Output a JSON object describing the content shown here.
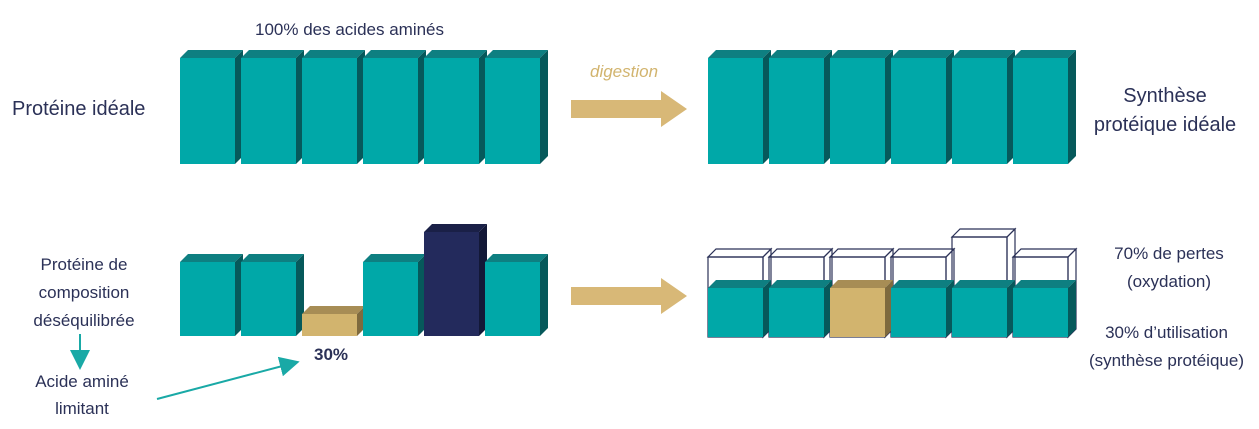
{
  "top": {
    "header": "100% des acides aminés",
    "left_label": "Protéine idéale",
    "arrow_label": "digestion",
    "right_label_line1": "Synthèse",
    "right_label_line2": "protéique idéale"
  },
  "bottom": {
    "left_label_line1": "Protéine de",
    "left_label_line2": "composition",
    "left_label_line3": "déséquilibrée",
    "limiting_line1": "Acide aminé",
    "limiting_line2": "limitant",
    "percent_label": "30%",
    "losses_line1": "70% de pertes",
    "losses_line2": "(oxydation)",
    "use_line1": "30% d’utilisation",
    "use_line2": "(synthèse protéique)"
  },
  "colors": {
    "teal_front": "#00a8a8",
    "teal_top": "#0e7f81",
    "teal_side": "#06595b",
    "gold_front": "#d2b46e",
    "gold_top": "#a78d55",
    "gold_side": "#7e6a3e",
    "navy_front": "#232a5c",
    "navy_top": "#1a2047",
    "navy_side": "#131837",
    "arrow": "#d8b877",
    "text": "#2b3157",
    "accent_teal": "#19a9a6",
    "outline": "#2b3157"
  }
}
